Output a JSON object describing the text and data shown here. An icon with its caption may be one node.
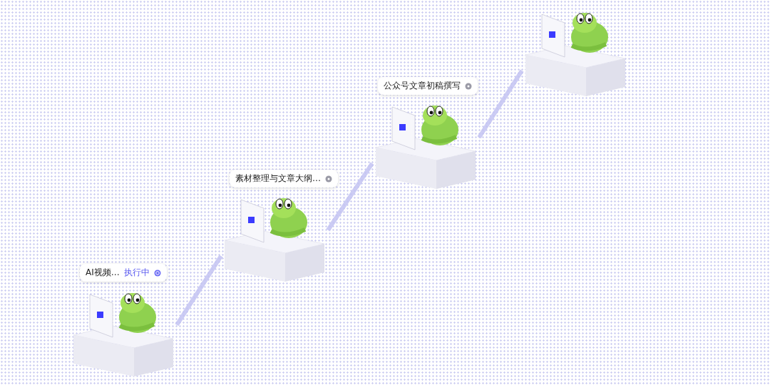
{
  "diagram": {
    "nodes": [
      {
        "text": [],
        "shape": "picture",
        "beside": [
          "AI视频…",
          "执行中"
        ]
      },
      {
        "text": [],
        "shape": "picture",
        "beside": [
          "素材整理与文章大纲…"
        ]
      },
      {
        "text": [],
        "shape": "picture",
        "beside": [
          "公众号文章初稿撰写"
        ]
      },
      {
        "text": [],
        "shape": "picture"
      }
    ],
    "edges": [
      {
        "from": 0,
        "to": 1,
        "arrow": "none"
      },
      {
        "from": 1,
        "to": 2,
        "arrow": "none"
      },
      {
        "from": 2,
        "to": 3,
        "arrow": "none"
      }
    ]
  }
}
